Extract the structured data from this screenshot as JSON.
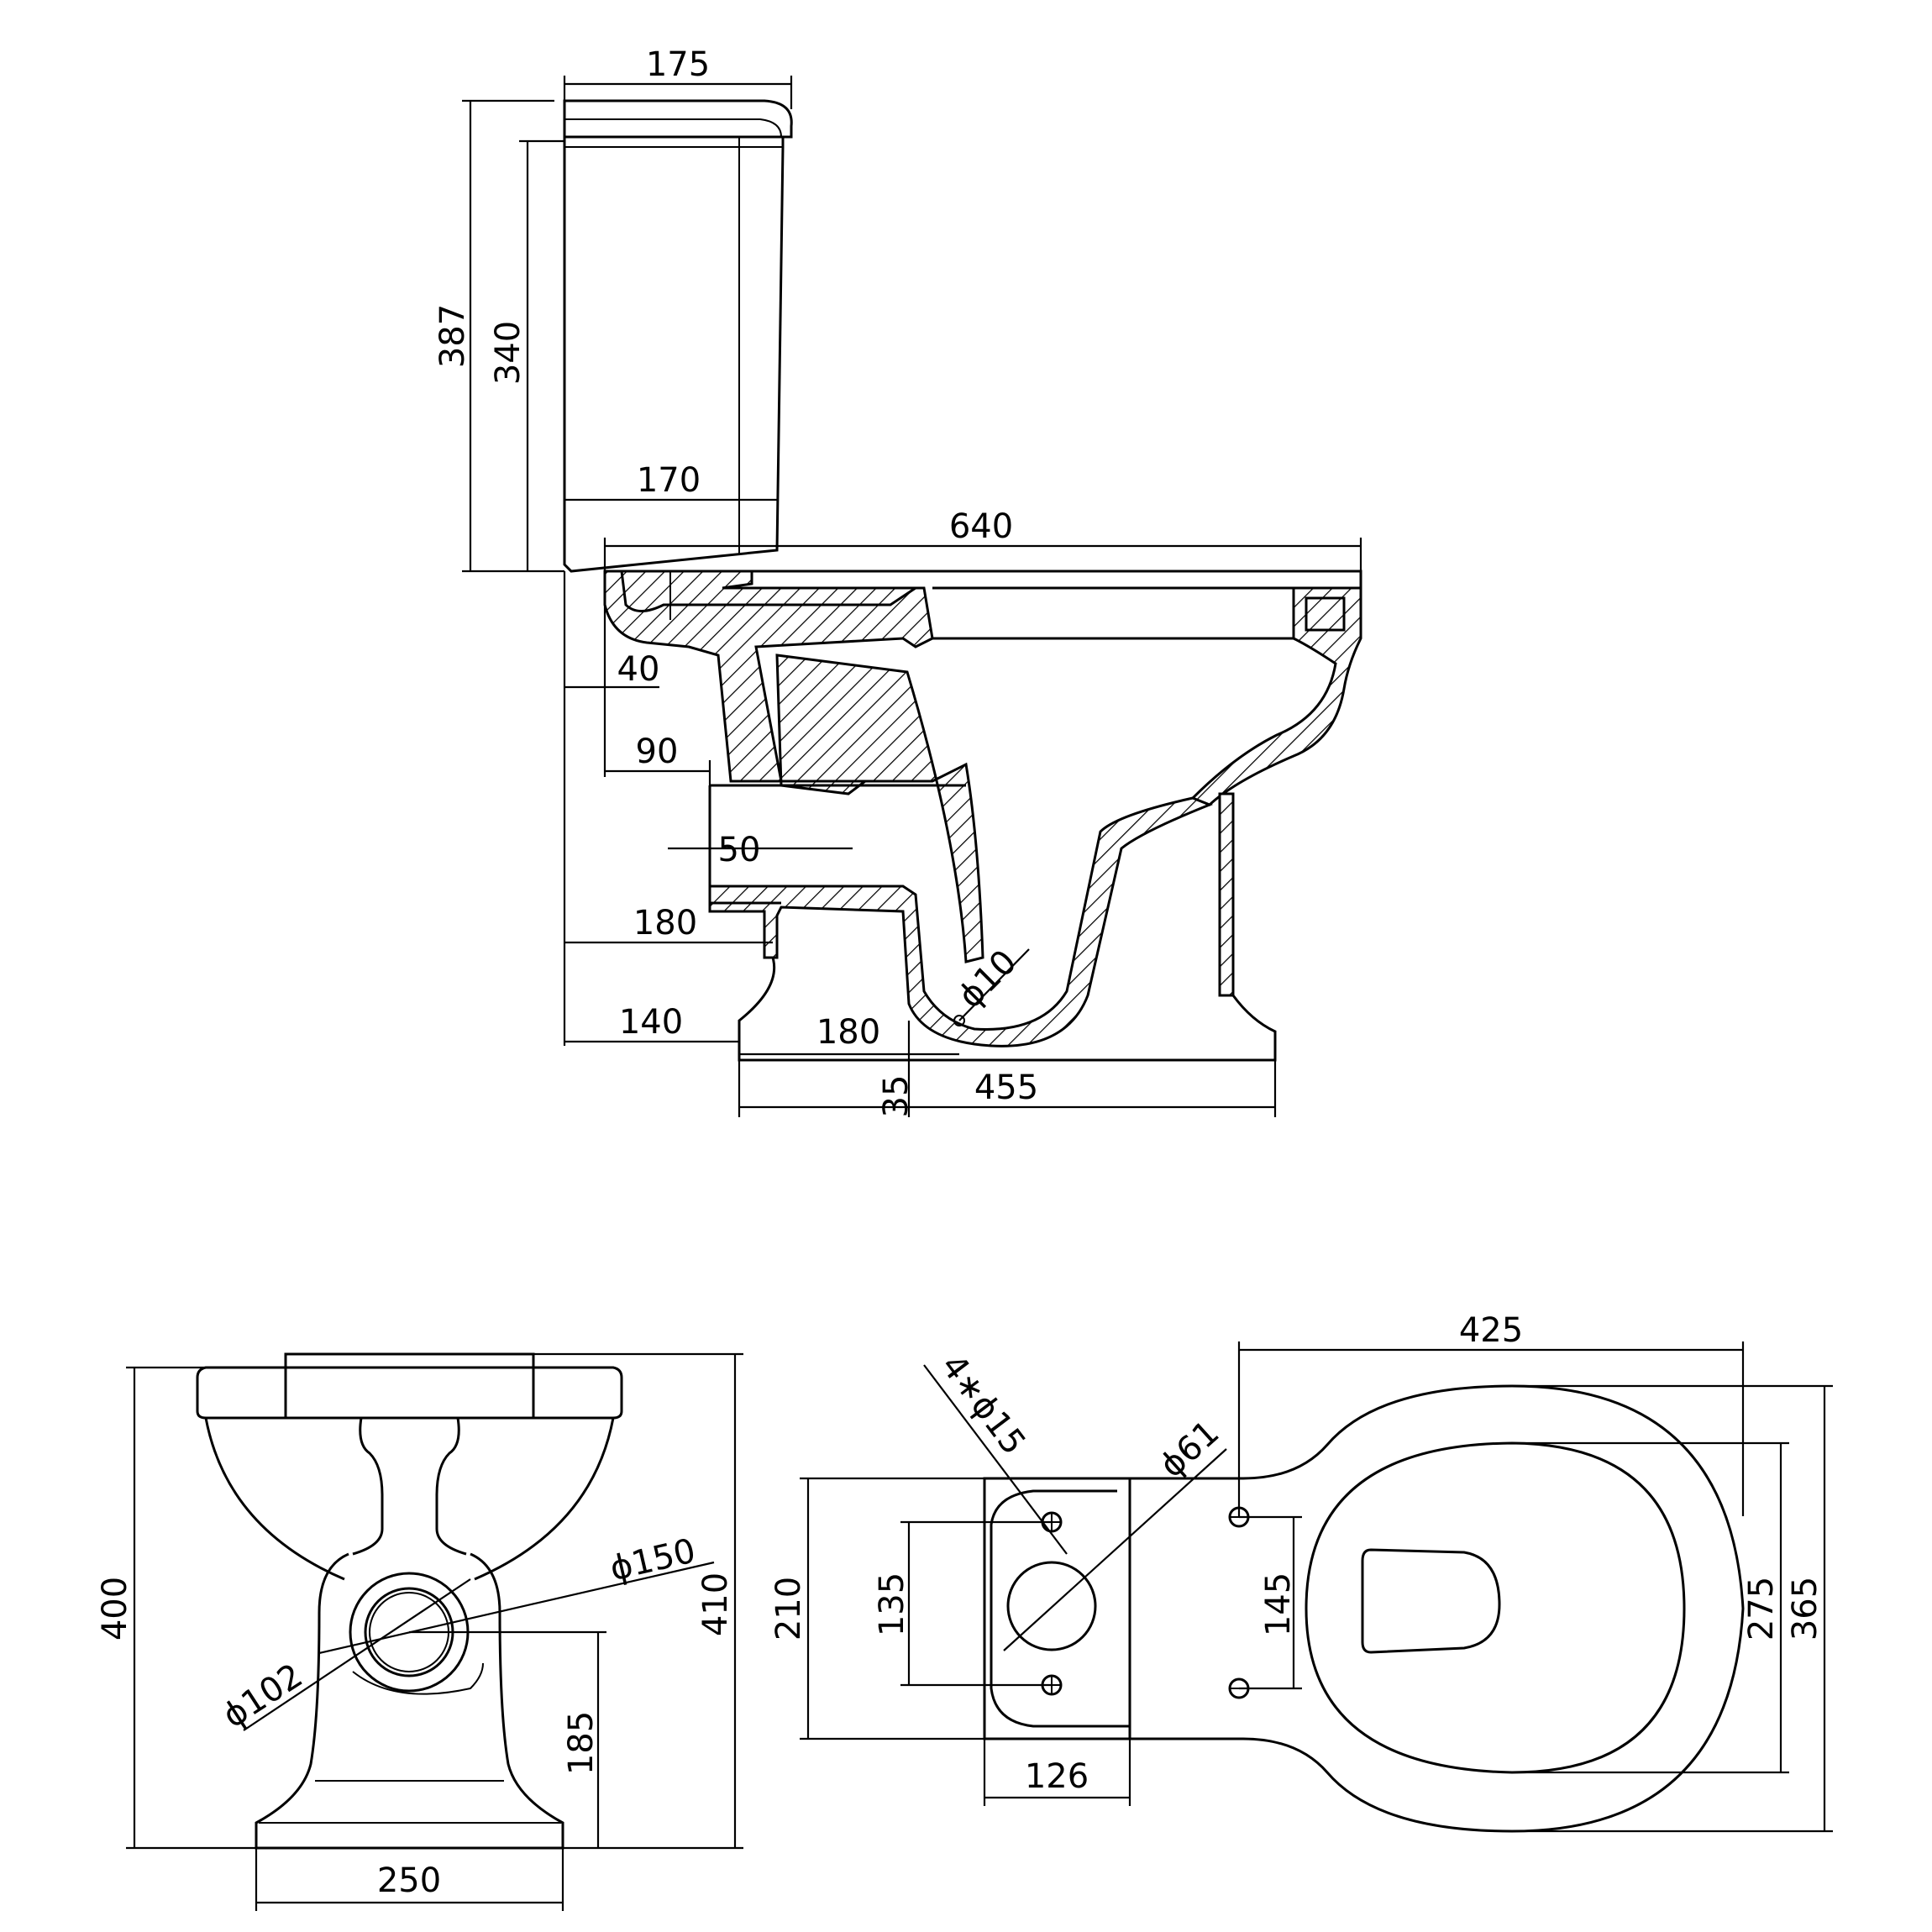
{
  "drawing": {
    "stroke_color": "#000000",
    "background_color": "#ffffff",
    "side_view": {
      "tank_depth": "175",
      "overall_height": "387",
      "tank_height": "340",
      "tank_base_depth": "170",
      "overall_length": "640",
      "inlet_offset": "40",
      "inlet_offset_2": "90",
      "outlet_diameter": "50",
      "outlet_height": "180",
      "foot_offset": "140",
      "trap_offset": "180",
      "trap_depth": "35",
      "base_length": "455",
      "hole_diameter": "ϕ10"
    },
    "front_view": {
      "height": "400",
      "overall_height": "410",
      "outer_ring_diameter": "ϕ150",
      "inner_ring_diameter": "ϕ102",
      "center_height": "185",
      "base_width": "250"
    },
    "top_view": {
      "bowl_length": "425",
      "fixing_holes": "4∗ϕ15",
      "inlet_diameter": "ϕ61",
      "tank_width": "210",
      "hole_spacing": "135",
      "tank_depth": "126",
      "seat_hole_spacing": "145",
      "bowl_inner_width": "275",
      "bowl_width": "365"
    }
  }
}
